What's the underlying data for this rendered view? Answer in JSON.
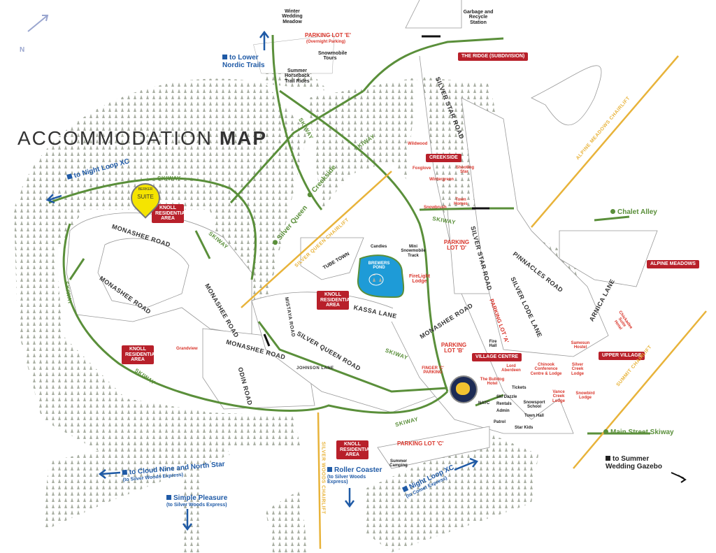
{
  "title": {
    "light": "ACCOMMODATION",
    "bold": "MAP"
  },
  "north": "N",
  "places": {
    "winter_wedding": "Winter Wedding Meadow",
    "parking_e": "PARKING LOT 'E'",
    "parking_e_sub": "(Overnight Parking)",
    "snowmobile": "Snowmobile Tours",
    "horseback": "Summer Horseback Trail Rides",
    "garbage": "Garbage and Recycle Station",
    "wildwood": "Wildwood",
    "foxglove": "Foxglove",
    "shooting_star": "Shooting Star",
    "wintergreen": "Wintergreen",
    "snowbrush": "Snowbrush",
    "town_homes": "Town Homes",
    "tube_town": "TUBE TOWN",
    "candies": "Candies",
    "mini_snowmobile": "Mini Snowmobile Track",
    "brewers_pond": "BREWERS POND",
    "firelight": "FireLight Lodge",
    "parking_d": "PARKING LOT 'D'",
    "parking_a": "PARKING LOT 'A'",
    "parking_b": "PARKING LOT 'B'",
    "parking_c": "PARKING LOT 'C'",
    "finger_c": "FINGER 'C' PARKING",
    "grandview": "Grandview",
    "fire_hall": "Fire Hall",
    "lord_aberdeen": "Lord Aberdeen",
    "bulldog": "The Bulldog Hotel",
    "tickets": "Tickets",
    "natc": "NATC",
    "ski_dazzle": "Ski Dazzle",
    "rentals": "Rentals",
    "admin": "Admin",
    "snowsport": "Snowsport School",
    "town_hall": "Town Hall",
    "patrol": "Patrol",
    "star_kids": "Star Kids",
    "chinook": "Chinook Conference Centre & Lodge",
    "silver_creek": "Silver Creek Lodge",
    "vance_creek": "Vance Creek Lodge",
    "snowbird": "Snowbird Lodge",
    "samesun": "Samesun Hostel",
    "chickadee": "Chickadee Suite Hotel",
    "summer_camping": "Summer Camping"
  },
  "badges": {
    "ridge": "THE RIDGE (SUBDIVISION)",
    "creekside": "CREEKSIDE",
    "knoll": "KNOLL RESIDENTIAL AREA",
    "alpine_meadows": "ALPINE MEADOWS",
    "village_centre": "VILLAGE CENTRE",
    "upper_village": "UPPER VILLAGE"
  },
  "pin": {
    "top": "BERKER",
    "main": "SUITE"
  },
  "roads": {
    "silver_star": "SILVER STAR ROAD",
    "monashee": "MONASHEE ROAD",
    "kassa": "KASSA LANE",
    "pinnacles": "PINNACLES ROAD",
    "arnica": "ARNICA LANE",
    "silver_lode": "SILVER LODE LANE",
    "silver_queen": "SILVER QUEEN ROAD",
    "odin": "ODIN ROAD",
    "mistaya": "MISTAYA ROAD",
    "johnson": "JOHNSON LANE"
  },
  "skiway": "SKIWAY",
  "trails": {
    "lower_nordic": "to Lower Nordic Trails",
    "night_loop_top": "to Night Loop XC",
    "cloud_nine": "to Cloud Nine and North Star",
    "cloud_nine_sub": "(to Silver Woods Express)",
    "simple_pleasure": "Simple Pleasure",
    "simple_pleasure_sub": "(to Silver Woods Express)",
    "roller_coaster": "Roller Coaster",
    "roller_coaster_sub": "(to Silver Woods Express)",
    "night_loop": "Night Loop XC",
    "night_loop_sub": "(to Comet Express)",
    "wedding_gazebo": "to Summer Wedding Gazebo",
    "creekside": "Creekside",
    "silver_queen": "Silver Queen",
    "chalet_alley": "Chalet Alley",
    "main_street": "Main Street Skiway"
  },
  "lifts": {
    "silver_queen": "SILVER QUEEN CHAIRLIFT",
    "silver_woods": "SILVER WOODS CHAIRLIFT",
    "alpine_meadows": "ALPINE MEADOWS CHAIRLIFT",
    "summit": "SUMMIT CHAIRLIFT"
  },
  "colors": {
    "skiway": "#5a8f3a",
    "lift": "#e8b33a",
    "badge": "#b8202a",
    "trail": "#1f5aa6",
    "pond": "#1e9bd7"
  }
}
